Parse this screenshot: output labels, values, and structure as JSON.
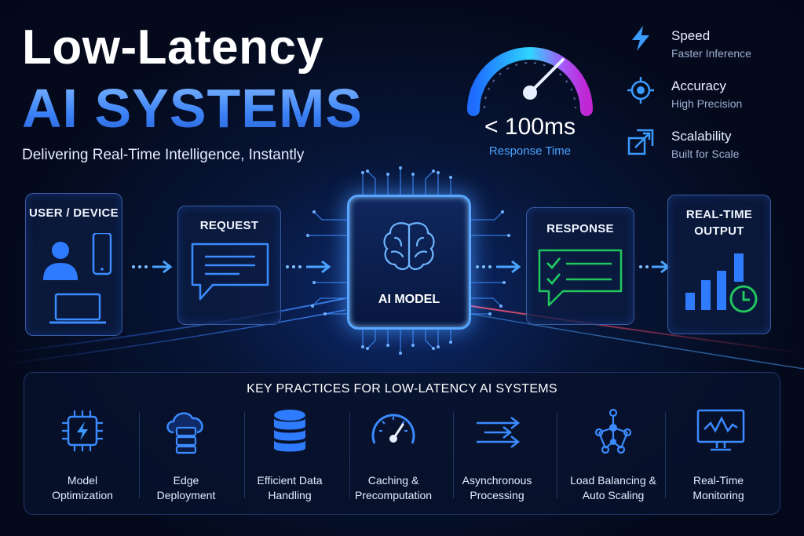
{
  "header": {
    "title_line1": "Low-Latency",
    "title_line2": "AI SYSTEMS",
    "subtitle": "Delivering Real-Time Intelligence, Instantly"
  },
  "gauge": {
    "value": "< 100ms",
    "label": "Response Time"
  },
  "features": [
    {
      "title": "Speed",
      "subtitle": "Faster Inference",
      "icon": "lightning-icon"
    },
    {
      "title": "Accuracy",
      "subtitle": "High Precision",
      "icon": "target-icon"
    },
    {
      "title": "Scalability",
      "subtitle": "Built for Scale",
      "icon": "scale-arrow-icon"
    }
  ],
  "flow": {
    "user_device": "USER / DEVICE",
    "request": "REQUEST",
    "ai_model": "AI MODEL",
    "response": "RESPONSE",
    "output_line1": "REAL-TIME",
    "output_line2": "OUTPUT"
  },
  "practices": {
    "title": "KEY PRACTICES FOR LOW-LATENCY AI SYSTEMS",
    "items": [
      {
        "line1": "Model",
        "line2": "Optimization",
        "icon": "chip-lightning-icon"
      },
      {
        "line1": "Edge",
        "line2": "Deployment",
        "icon": "cloud-server-icon"
      },
      {
        "line1": "Efficient Data",
        "line2": "Handling",
        "icon": "database-icon"
      },
      {
        "line1": "Caching &",
        "line2": "Precomputation",
        "icon": "gauge-icon"
      },
      {
        "line1": "Asynchronous",
        "line2": "Processing",
        "icon": "async-arrows-icon"
      },
      {
        "line1": "Load Balancing &",
        "line2": "Auto Scaling",
        "icon": "network-icon"
      },
      {
        "line1": "Real-Time",
        "line2": "Monitoring",
        "icon": "monitor-icon"
      }
    ]
  },
  "colors": {
    "accent": "#3b82f6",
    "green": "#22c55e",
    "cyan": "#4aa3ff",
    "purple": "#a855f7"
  }
}
